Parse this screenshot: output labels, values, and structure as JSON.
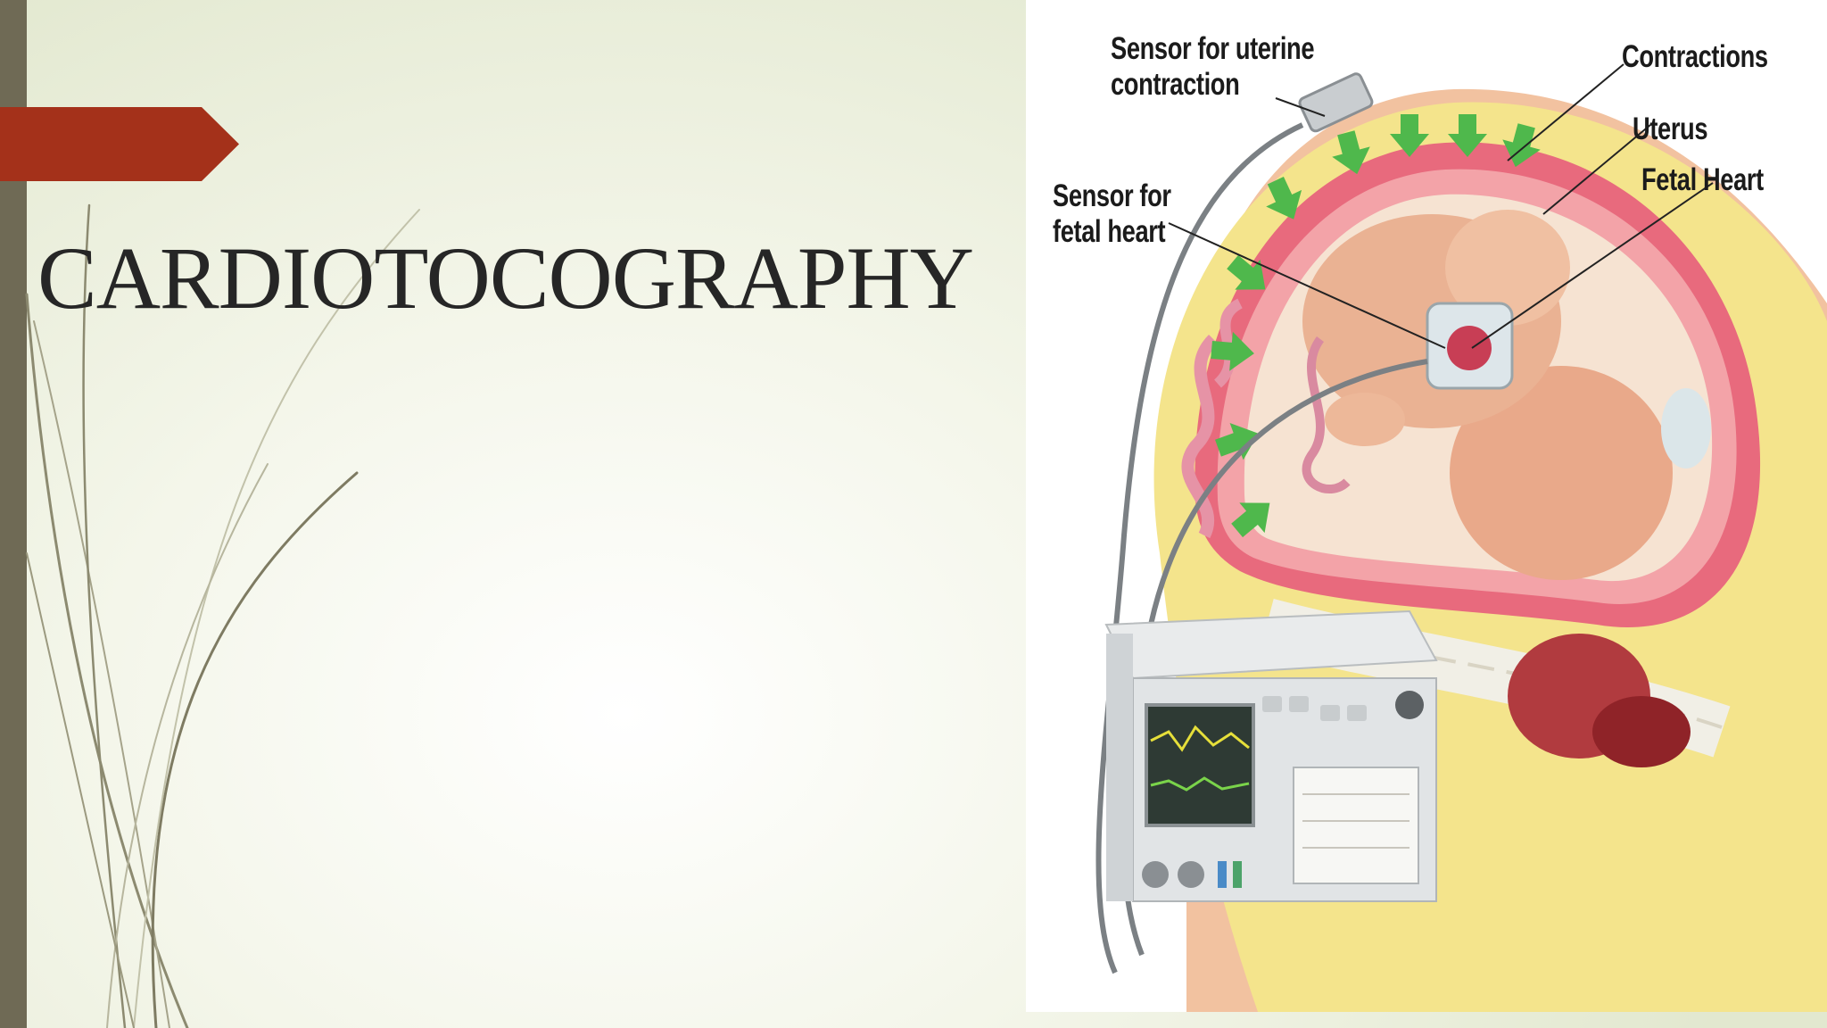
{
  "slide": {
    "title": "CARDIOTOCOGRAPHY"
  },
  "illustration": {
    "labels": {
      "sensor_uterine": "Sensor for uterine\ncontraction",
      "sensor_fetal": "Sensor for\nfetal heart",
      "contractions": "Contractions",
      "uterus": "Uterus",
      "fetal_heart": "Fetal Heart"
    }
  },
  "colors": {
    "accent_tab": "#a4311a",
    "left_bar": "#6f6a55",
    "title_text": "#262626",
    "arrow_green": "#4fb84c"
  }
}
